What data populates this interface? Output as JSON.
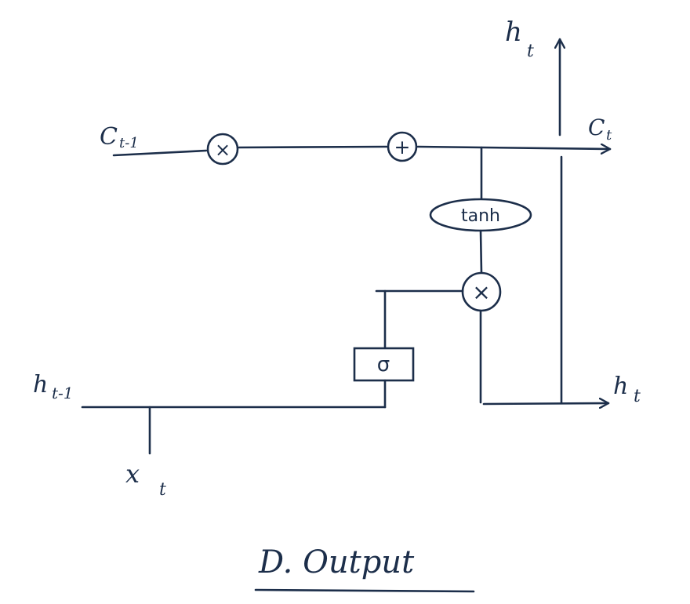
{
  "labels": {
    "c_prev": "C",
    "c_prev_sub": "t-1",
    "h_prev": "h",
    "h_prev_sub": "t-1",
    "x_in": "x",
    "x_in_sub": "t",
    "c_out": "C",
    "c_out_sub": "t",
    "h_out_right": "h",
    "h_out_right_sub": "t",
    "h_out_top": "h",
    "h_out_top_sub": "t"
  },
  "operators": {
    "forget_multiply": "×",
    "add": "+",
    "tanh": "tanh",
    "output_multiply": "×",
    "sigma": "σ"
  },
  "title": "D. Output"
}
